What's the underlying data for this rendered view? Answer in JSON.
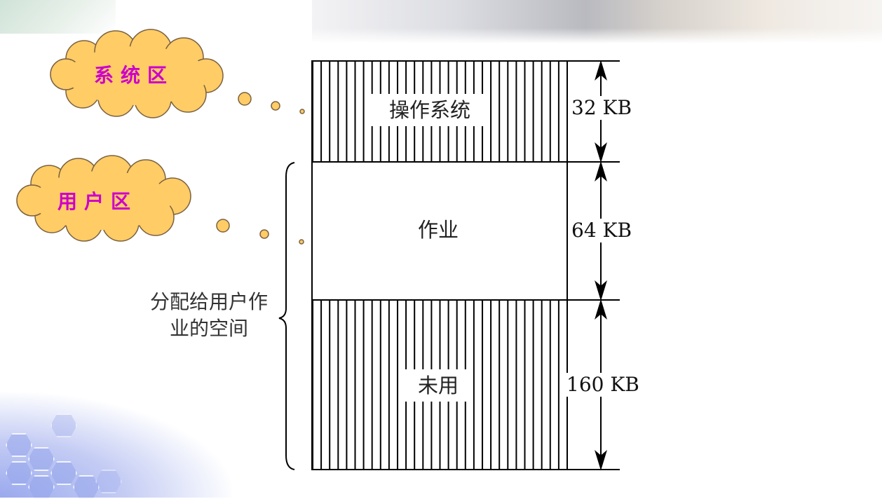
{
  "clouds": {
    "system": "系统区",
    "user": "用户区"
  },
  "segments": {
    "os": "操作系统",
    "job": "作业",
    "unused": "未用"
  },
  "sizes": {
    "os": "32 KB",
    "job": "64 KB",
    "unused": "160 KB"
  },
  "brace_note": {
    "line1": "分配给用户作",
    "line2": "业的空间"
  },
  "colors": {
    "cloud_fill": "#ffcc66",
    "cloud_text": "#cc00cc",
    "bubble_fill": "#ffcc66"
  }
}
